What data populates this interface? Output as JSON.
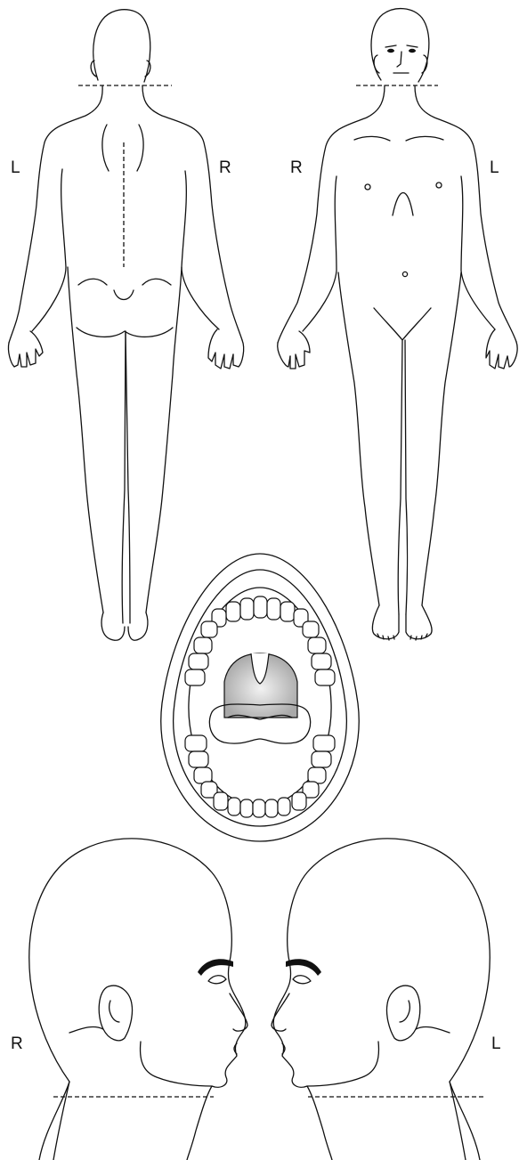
{
  "labels": {
    "back_left": "L",
    "back_right": "R",
    "front_right": "R",
    "front_left": "L",
    "head_right": "R",
    "head_left": "L"
  },
  "colors": {
    "line": "#111111",
    "throat_fill": "#bdbdbd"
  }
}
